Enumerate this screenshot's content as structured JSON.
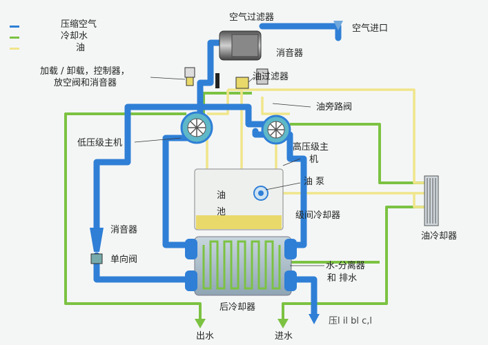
{
  "legend": {
    "items": [
      {
        "label": "压缩空气",
        "color": "#2f7fd6"
      },
      {
        "label": "冷却水",
        "color": "#7cc242"
      },
      {
        "label": "油",
        "color": "#f0e58a"
      }
    ]
  },
  "labels": {
    "air_filter": "空气过滤器",
    "air_inlet": "空气进口",
    "silencer_top": "消音器",
    "load_unload": "加载 / 卸载，控制器，",
    "blowoff": "放空阀和消音器",
    "oil_filter": "油过滤器",
    "oil_bypass": "油旁路阀",
    "low_stage": "低压级主机",
    "high_stage_1": "高压级主",
    "high_stage_2": "机",
    "oil_pump": "油 泵",
    "oil_sump_1": "油",
    "oil_sump_2": "池",
    "intercooler": "级间冷却器",
    "silencer_left": "消音器",
    "check_valve": "单向阀",
    "oil_cooler": "油冷却器",
    "water_separator_1": "水-分离器",
    "water_separator_2": "和 排水",
    "aftercooler": "后冷却器",
    "water_out": "出水",
    "water_in": "进水",
    "air_out_partial": "压l il bl   c,l"
  },
  "colors": {
    "air": "#2f7fd6",
    "water": "#7cc242",
    "oil": "#f0e58a",
    "background": "#f4f6f6"
  }
}
